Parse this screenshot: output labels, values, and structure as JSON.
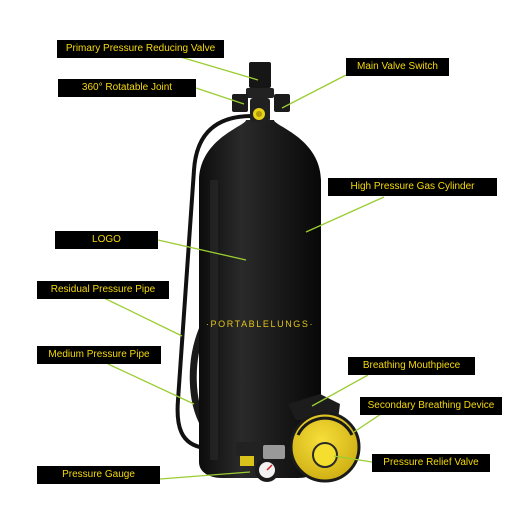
{
  "brand_text": "·PORTABLELUNGS·",
  "colors": {
    "label_bg": "#000000",
    "label_text": "#f5d90a",
    "leader": "#9acd32",
    "accent": "#e8c618",
    "cylinder": "#1a1a1a"
  },
  "labels": {
    "primary_valve": "Primary Pressure Reducing Valve",
    "rotatable_joint": "360° Rotatable Joint",
    "main_valve": "Main Valve Switch",
    "cylinder": "High Pressure Gas Cylinder",
    "logo": "LOGO",
    "residual_pipe": "Residual Pressure Pipe",
    "medium_pipe": "Medium Pressure Pipe",
    "mouthpiece": "Breathing Mouthpiece",
    "secondary_device": "Secondary Breathing Device",
    "relief_valve": "Pressure Relief Valve",
    "pressure_gauge": "Pressure Gauge"
  }
}
